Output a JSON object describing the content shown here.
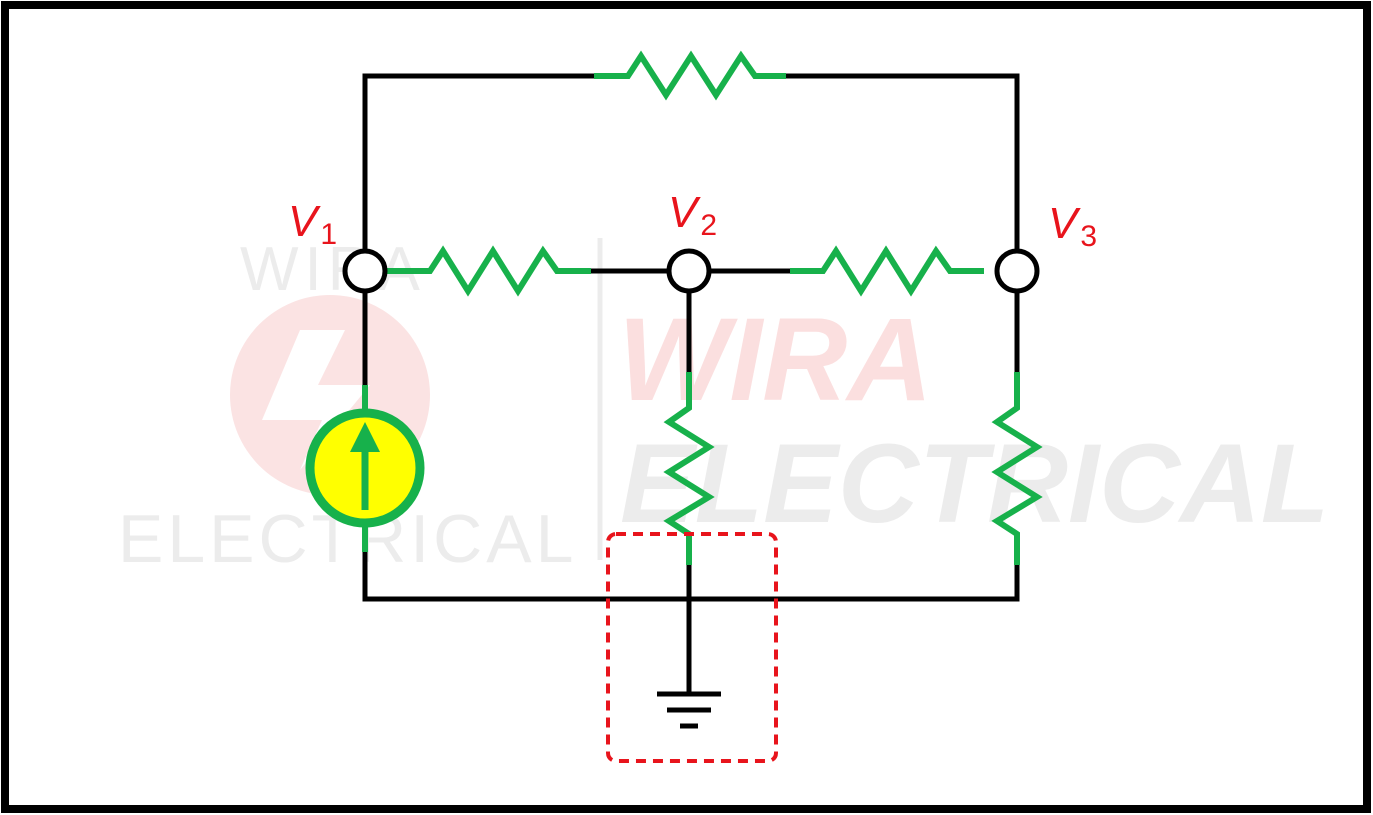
{
  "nodes": [
    {
      "id": "v1",
      "letter": "V",
      "subscript": "1"
    },
    {
      "id": "v2",
      "letter": "V",
      "subscript": "2"
    },
    {
      "id": "v3",
      "letter": "V",
      "subscript": "3"
    }
  ],
  "watermark": {
    "left_top": "WIRA",
    "left_bottom": "ELECTRICAL",
    "right_top": "WIRA",
    "right_bottom": "ELECTRICAL"
  },
  "colors": {
    "wire": "#000000",
    "component": "#17b14b",
    "source_fill": "#ffff00",
    "label": "#e8141c",
    "ground_box": "#e8141c",
    "watermark_gray": "#ececec",
    "watermark_red": "#fbdfdf"
  }
}
